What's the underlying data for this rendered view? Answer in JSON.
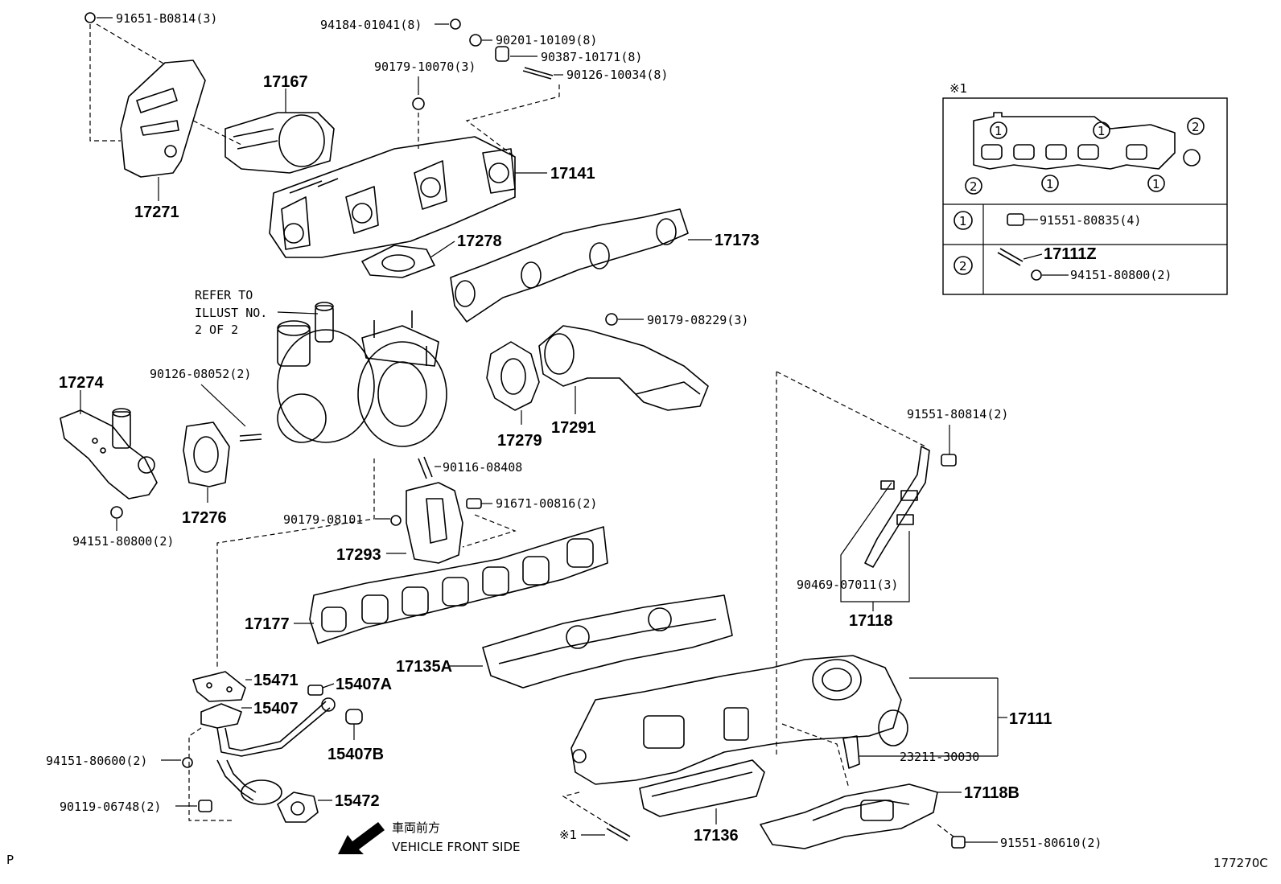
{
  "labels": {
    "p91651": "91651-B0814(3)",
    "p94184": "94184-01041(8)",
    "p90201": "90201-10109(8)",
    "p90387": "90387-10171(8)",
    "p90179a": "90179-10070(3)",
    "p90126a": "90126-10034(8)",
    "n17167": "17167",
    "n17141": "17141",
    "n17271": "17271",
    "n17278": "17278",
    "n17173": "17173",
    "refer1": "REFER TO",
    "refer2": "ILLUST NO.",
    "refer3": "2 OF 2",
    "p90179b": "90179-08229(3)",
    "n17274": "17274",
    "p90126b": "90126-08052(2)",
    "n17276": "17276",
    "n17279": "17279",
    "n17291": "17291",
    "p90116": "90116-08408",
    "p94151a": "94151-80800(2)",
    "p90179c": "90179-08101",
    "p91671": "91671-00816(2)",
    "n17293": "17293",
    "p91551a": "91551-80814(2)",
    "n17177": "17177",
    "p90469": "90469-07011(3)",
    "n17118": "17118",
    "n17135A": "17135A",
    "n15471": "15471",
    "n15407A": "15407A",
    "n15407": "15407",
    "n15407B": "15407B",
    "n17111": "17111",
    "p94151b": "94151-80600(2)",
    "p23211": "23211-30030",
    "p90119": "90119-06748(2)",
    "n15472": "15472",
    "n17118B": "17118B",
    "n17136": "17136",
    "note1": "※1",
    "p91551b": "91551-80610(2)",
    "front_jp": "車両前方",
    "front_en": "VEHICLE FRONT SIDE",
    "corner_p": "P",
    "corner_code": "177270C",
    "box_title": "※1",
    "box_p91551": "91551-80835(4)",
    "box_n17111Z": "17111Z",
    "box_p94151": "94151-80800(2)",
    "c1": "1",
    "c2": "2"
  }
}
